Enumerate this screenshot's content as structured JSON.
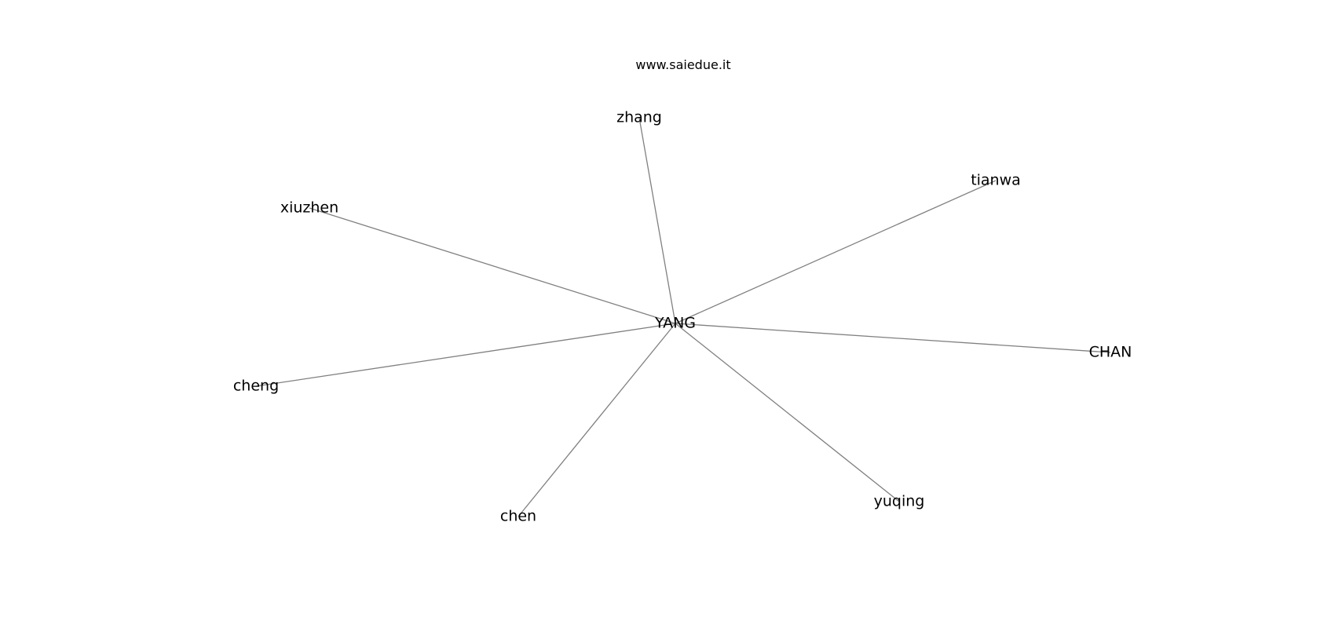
{
  "watermark": "www.saiedue.it",
  "graph": {
    "type": "star",
    "center": "YANG",
    "nodes": [
      {
        "id": "YANG",
        "label": "YANG"
      },
      {
        "id": "zhang",
        "label": "zhang"
      },
      {
        "id": "tianwa",
        "label": "tianwa"
      },
      {
        "id": "xiuzhen",
        "label": "xiuzhen"
      },
      {
        "id": "CHAN",
        "label": "CHAN"
      },
      {
        "id": "cheng",
        "label": "cheng"
      },
      {
        "id": "yuqing",
        "label": "yuqing"
      },
      {
        "id": "chen",
        "label": "chen"
      }
    ],
    "edges": [
      [
        "YANG",
        "zhang"
      ],
      [
        "YANG",
        "tianwa"
      ],
      [
        "YANG",
        "xiuzhen"
      ],
      [
        "YANG",
        "CHAN"
      ],
      [
        "YANG",
        "cheng"
      ],
      [
        "YANG",
        "yuqing"
      ],
      [
        "YANG",
        "chen"
      ]
    ],
    "colors": {
      "edge": "#808080",
      "label": "#000000",
      "background": "#ffffff"
    }
  }
}
